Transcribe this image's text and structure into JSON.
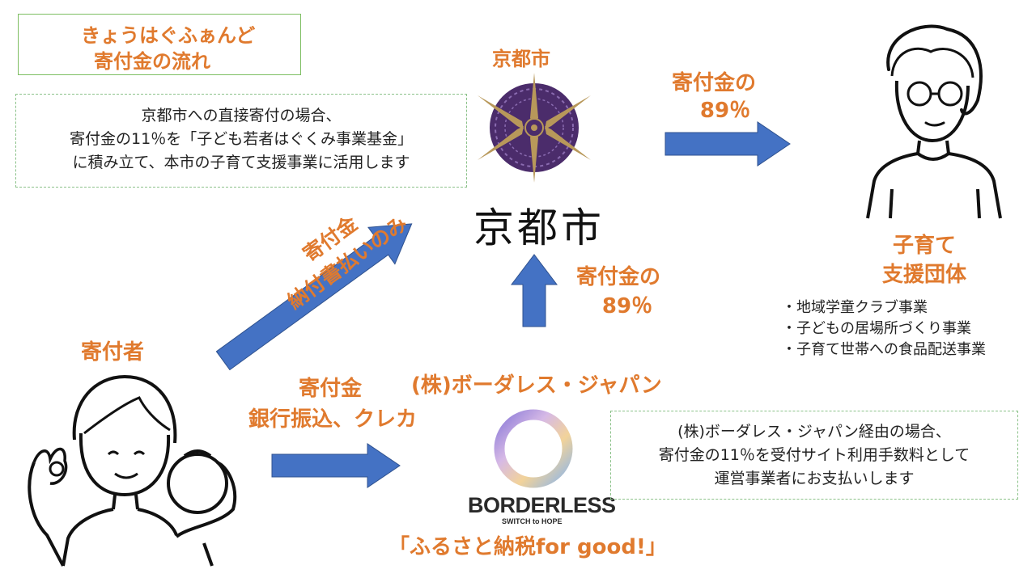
{
  "title": {
    "line1": "きょうはぐふぁんど",
    "line2": "寄付金の流れ"
  },
  "kyoto": {
    "label": "京都市",
    "name": "京都市",
    "logo_icon": "kyoto-city-emblem-icon",
    "note_lines": [
      "京都市への直接寄付の場合、",
      "寄付金の11％を「子ども若者はぐくみ事業基金」",
      "に積み立て、本市の子育て支援事業に活用します"
    ]
  },
  "flows": {
    "kyoto_to_support": [
      "寄付金の",
      "89％"
    ],
    "borderless_to_kyoto": [
      "寄付金の",
      "89％"
    ],
    "donor_to_kyoto": [
      "寄付金",
      "納付書払いのみ"
    ],
    "donor_to_borderless": [
      "寄付金",
      "銀行振込、クレカ"
    ]
  },
  "support": {
    "label_lines": [
      "子育て",
      "支援団体"
    ],
    "activities": [
      "・地域学童クラブ事業",
      "・子どもの居場所づくり事業",
      "・子育て世帯への食品配送事業"
    ]
  },
  "donor": {
    "label": "寄付者"
  },
  "borderless": {
    "label": "(株)ボーダレス・ジャパン",
    "logo_word": "BORDERLESS",
    "logo_tagline": "SWITCH to HOPE",
    "service": "「ふるさと納税for good!」",
    "note_lines": [
      "(株)ボーダレス・ジャパン経由の場合、",
      "寄付金の11％を受付サイト利用手数料として",
      "運営事業者にお支払いします"
    ]
  },
  "colors": {
    "orange": "#E07A2E",
    "arrow_blue": "#4472C4",
    "box_green": "#7DBE62",
    "emblem_purple": "#4B2C6B",
    "emblem_gold": "#B8985A"
  }
}
